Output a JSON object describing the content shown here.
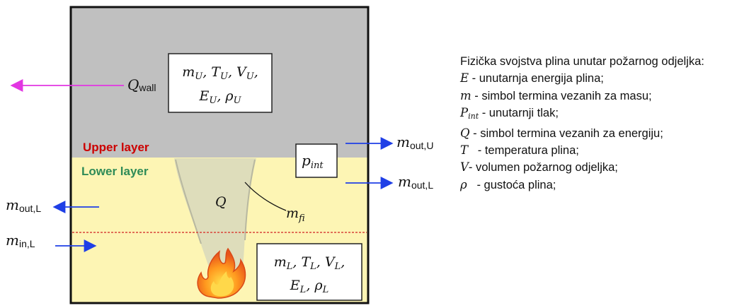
{
  "diagram": {
    "colors": {
      "upper_layer": "#c0c0c0",
      "lower_layer": "#fdf5b4",
      "plume": "#d8d8bc",
      "upper_label": "#cc0000",
      "lower_label": "#2e8b57",
      "q_wall_arrow": "#e236e2",
      "flow_arrow": "#1f3fe6",
      "interface_line": "#d8453a"
    },
    "labels": {
      "upper_layer": "Upper layer",
      "lower_layer": "Lower layer",
      "q_wall_main": "Q",
      "q_wall_sub": "wall",
      "p_int_main": "p",
      "p_int_sub": "int",
      "q_center": "Q",
      "m_fi_main": "m",
      "m_fi_sub": "fi",
      "m_out_u_main": "m",
      "m_out_u_sub": "out,U",
      "m_out_l_right_main": "m",
      "m_out_l_right_sub": "out,L",
      "m_out_l_left_main": "m",
      "m_out_l_left_sub": "out,L",
      "m_in_l_main": "m",
      "m_in_l_sub": "in,L",
      "upper_box_line1": "mU, TU, VU,",
      "upper_box_line2": "EU, ρU",
      "lower_box_line1": "mL, TL, VL,",
      "lower_box_line2": "EL, ρL"
    }
  },
  "legend": {
    "intro": "Fizička svojstva plina unutar požarnog odjeljka:",
    "items": [
      {
        "symbol": "E",
        "sub": "",
        "text": " - unutarnja energija plina;"
      },
      {
        "symbol": "m",
        "sub": "",
        "text": " - simbol termina vezanih za masu;"
      },
      {
        "symbol": "P",
        "sub": "int",
        "text": " - unutarnji tlak;"
      },
      {
        "symbol": "Q",
        "sub": "",
        "text": " - simbol termina vezanih za energiju;"
      },
      {
        "symbol": "T",
        "sub": "",
        "text": "   - temperatura plina;"
      },
      {
        "symbol": "V",
        "sub": "",
        "text": "- volumen požarnog odjeljka;"
      },
      {
        "symbol": "ρ",
        "sub": "",
        "text": "   - gustoća plina;"
      }
    ]
  }
}
